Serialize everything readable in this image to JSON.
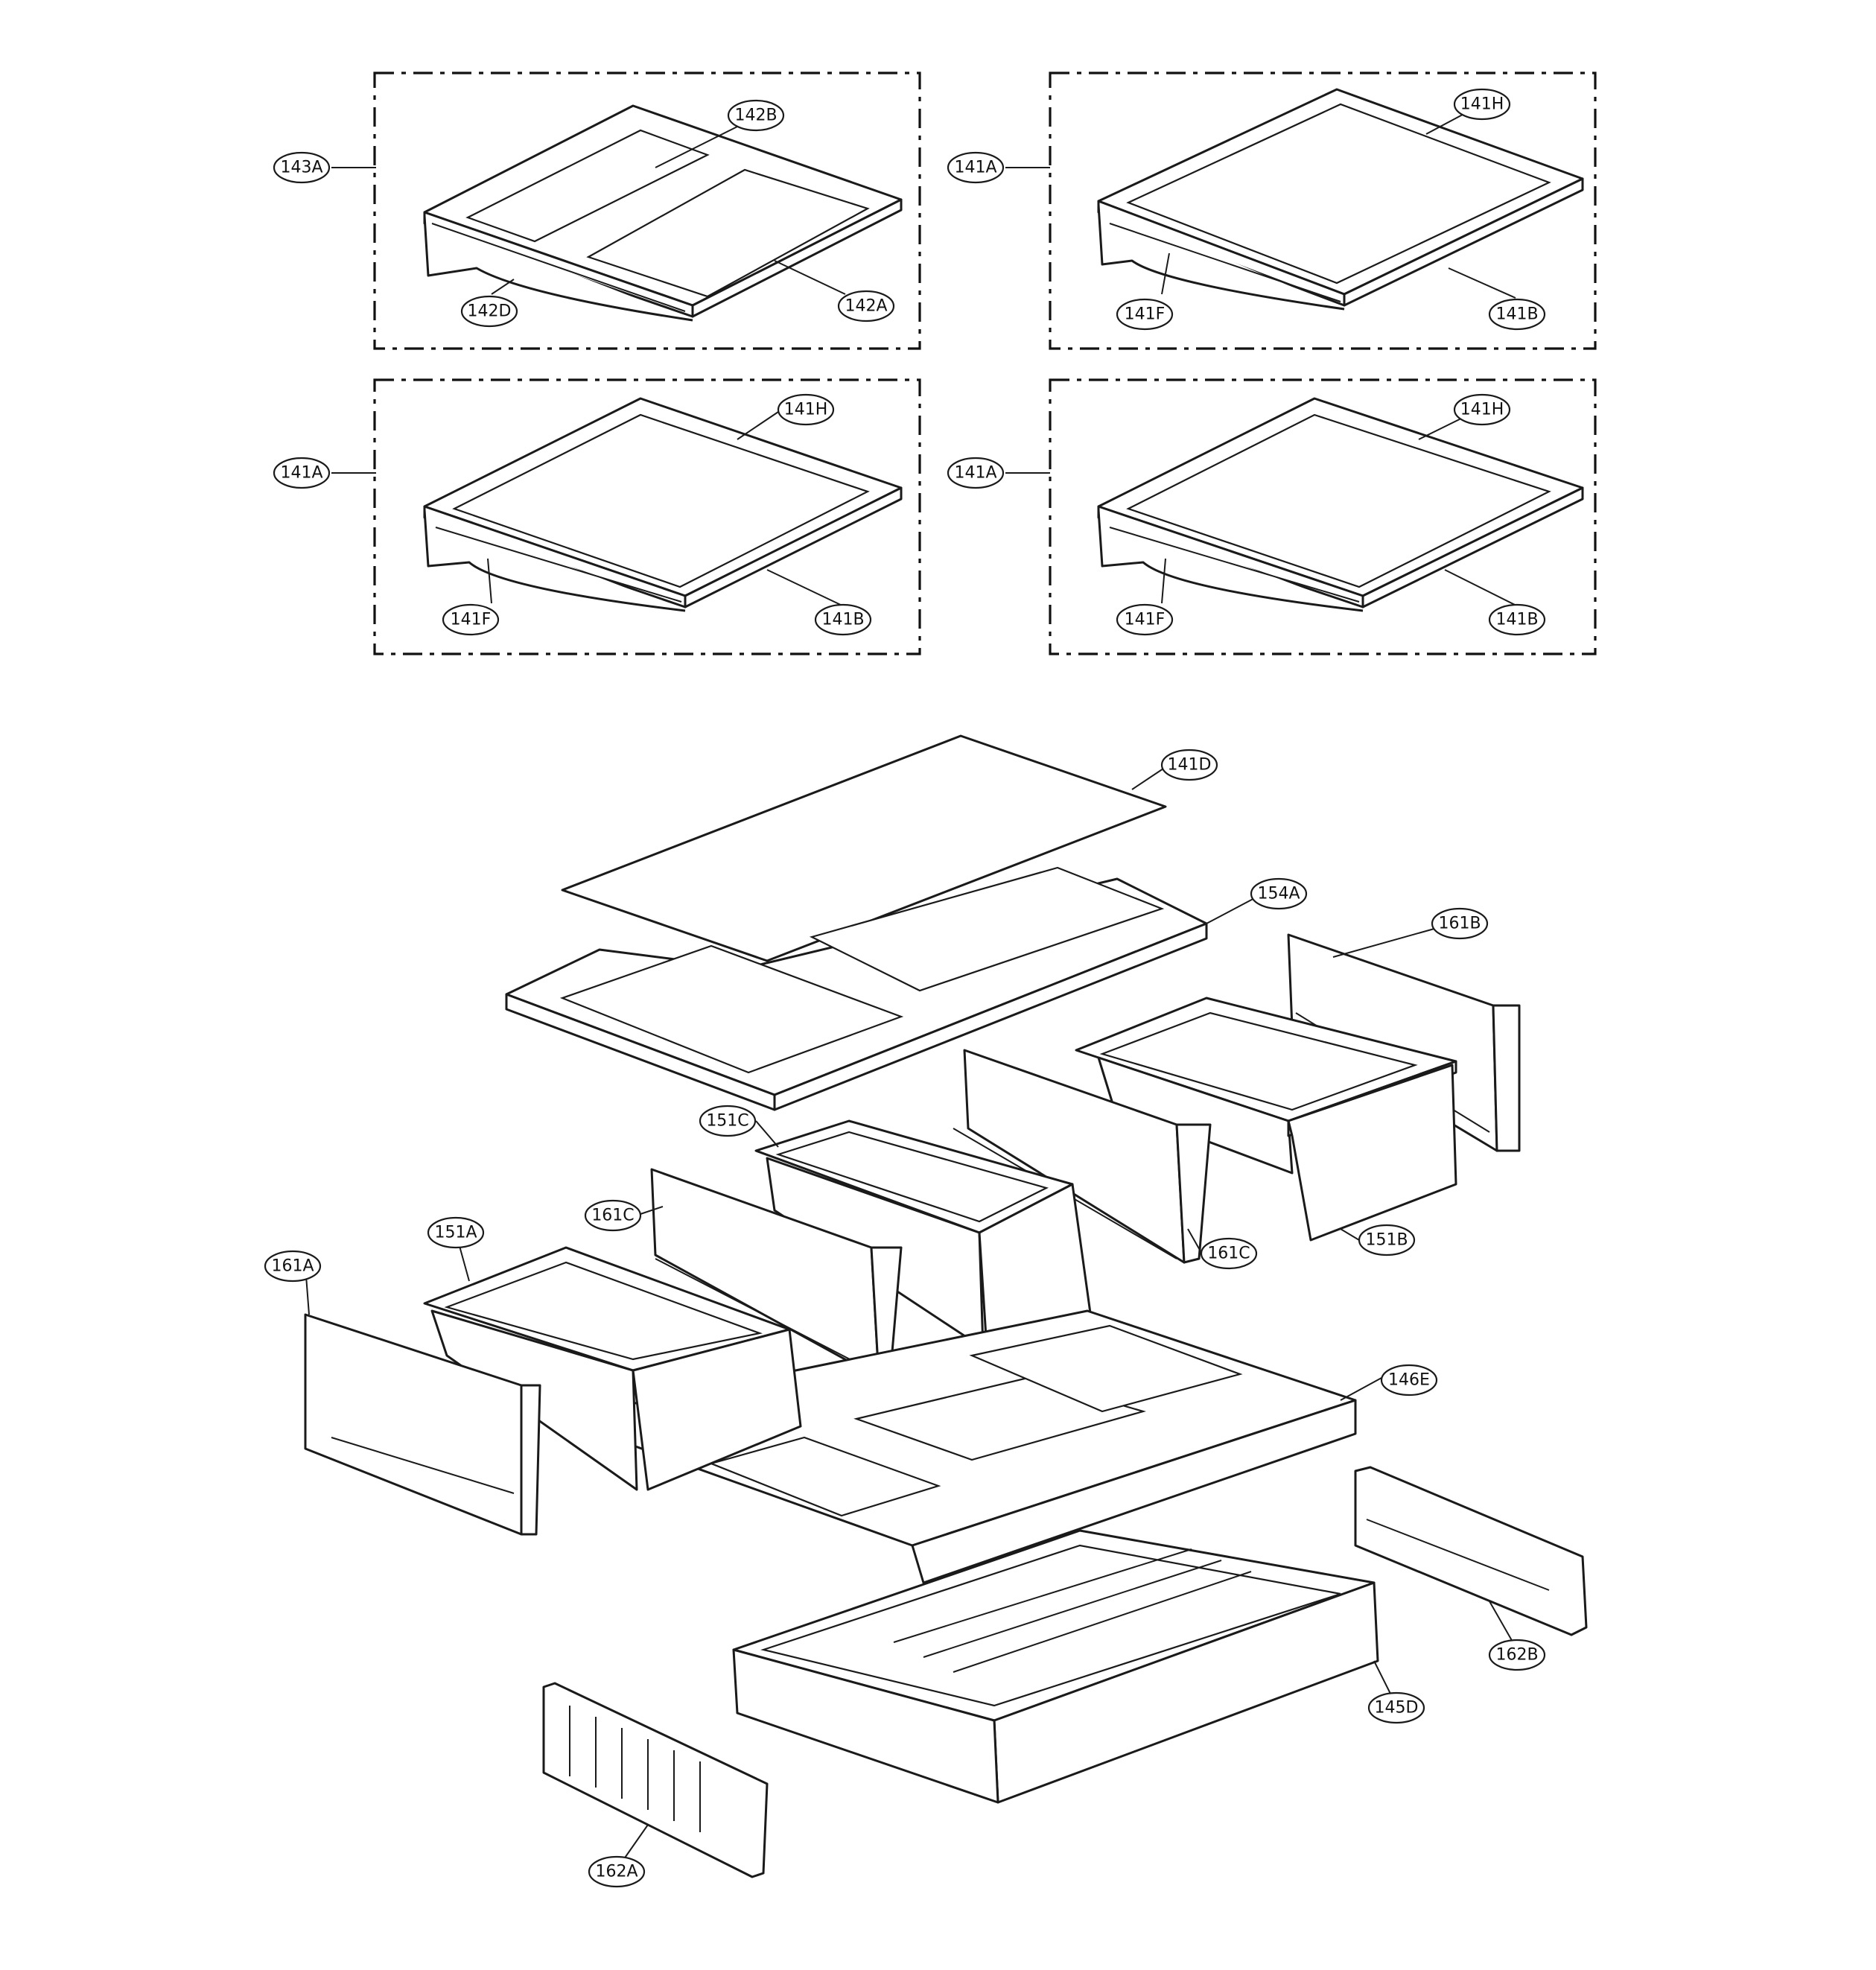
{
  "diagram": {
    "labels": {
      "143A": "143A",
      "142B": "142B",
      "142D": "142D",
      "142A": "142A",
      "141A": "141A",
      "141H": "141H",
      "141F": "141F",
      "141B": "141B",
      "141D": "141D",
      "154A": "154A",
      "161B": "161B",
      "151C": "151C",
      "161C": "161C",
      "151A": "151A",
      "151B": "151B",
      "161A": "161A",
      "146E": "146E",
      "162B": "162B",
      "145D": "145D",
      "162A": "162A"
    }
  }
}
